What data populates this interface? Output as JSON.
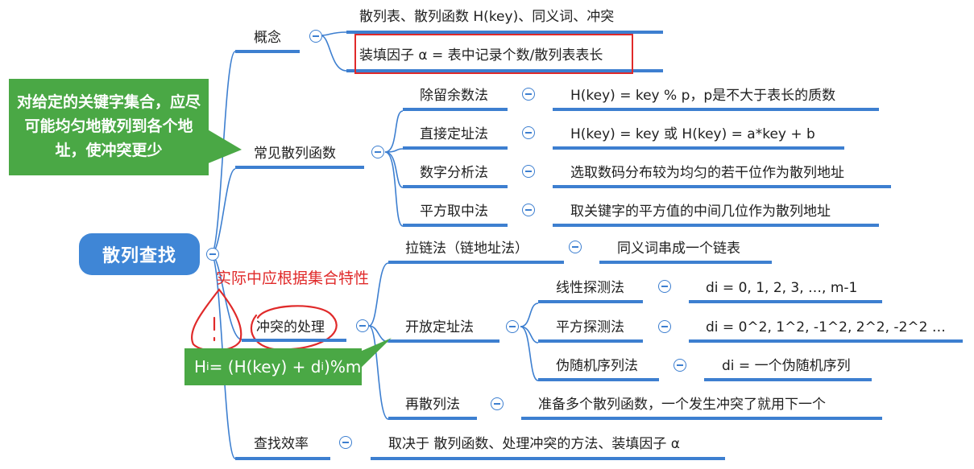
{
  "root": {
    "label": "散列查找"
  },
  "callouts": {
    "goal": "对给定的关键字集合，应尽可能均匀地散列到各个地址，使冲突更少",
    "formula_main": "H",
    "formula_sub_i": "i",
    "formula_mid": " = (H(key) + d",
    "formula_end": ")%m"
  },
  "annotation": "实际中应根据集合特性",
  "branches": {
    "concept": {
      "label": "概念",
      "items": [
        "散列表、散列函数 H(key)、同义词、冲突",
        "装填因子 α = 表中记录个数/散列表表长"
      ]
    },
    "functions": {
      "label": "常见散列函数",
      "items": [
        {
          "name": "除留余数法",
          "desc": "H(key) = key % p，p是不大于表长的质数"
        },
        {
          "name": "直接定址法",
          "desc": "H(key) = key 或 H(key) = a*key + b"
        },
        {
          "name": "数字分析法",
          "desc": "选取数码分布较为均匀的若干位作为散列地址"
        },
        {
          "name": "平方取中法",
          "desc": "取关键字的平方值的中间几位作为散列地址"
        }
      ]
    },
    "conflict": {
      "label": "冲突的处理",
      "chaining": {
        "name": "拉链法（链地址法）",
        "desc": "同义词串成一个链表"
      },
      "open": {
        "name": "开放定址法",
        "items": [
          {
            "name": "线性探测法",
            "desc": "di = 0, 1, 2, 3, …, m-1"
          },
          {
            "name": "平方探测法",
            "desc": "di = 0^2, 1^2, -1^2, 2^2, -2^2 …"
          },
          {
            "name": "伪随机序列法",
            "desc": "di = 一个伪随机序列"
          }
        ]
      },
      "rehash": {
        "name": "再散列法",
        "desc": "准备多个散列函数，一个发生冲突了就用下一个"
      }
    },
    "efficiency": {
      "label": "查找效率",
      "desc": "取决于 散列函数、处理冲突的方法、装填因子 α"
    }
  },
  "colors": {
    "line": "#3d7fd0",
    "root": "#3f86d6",
    "callout": "#4aa845",
    "highlight": "#e02a2a"
  }
}
